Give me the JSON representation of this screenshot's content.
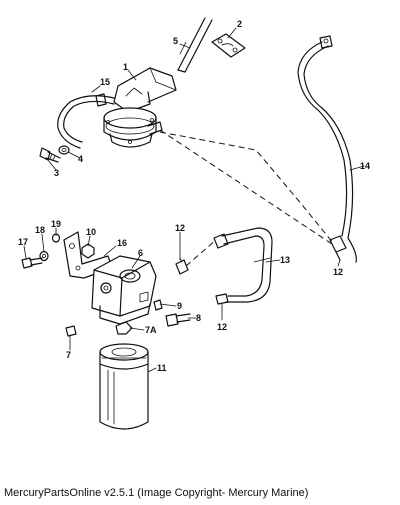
{
  "callouts": {
    "c1": "1",
    "c2": "2",
    "c3": "3",
    "c4": "4",
    "c5": "5",
    "c6": "6",
    "c7": "7",
    "c7a": "7A",
    "c8": "8",
    "c9": "9",
    "c10": "10",
    "c11": "11",
    "c12a": "12",
    "c12b": "12",
    "c12c": "12",
    "c13": "13",
    "c14": "14",
    "c15": "15",
    "c16": "16",
    "c17": "17",
    "c18": "18",
    "c19": "19"
  },
  "footer": {
    "caption": "MercuryPartsOnline v2.5.1 (Image Copyright- Mercury Marine)"
  }
}
